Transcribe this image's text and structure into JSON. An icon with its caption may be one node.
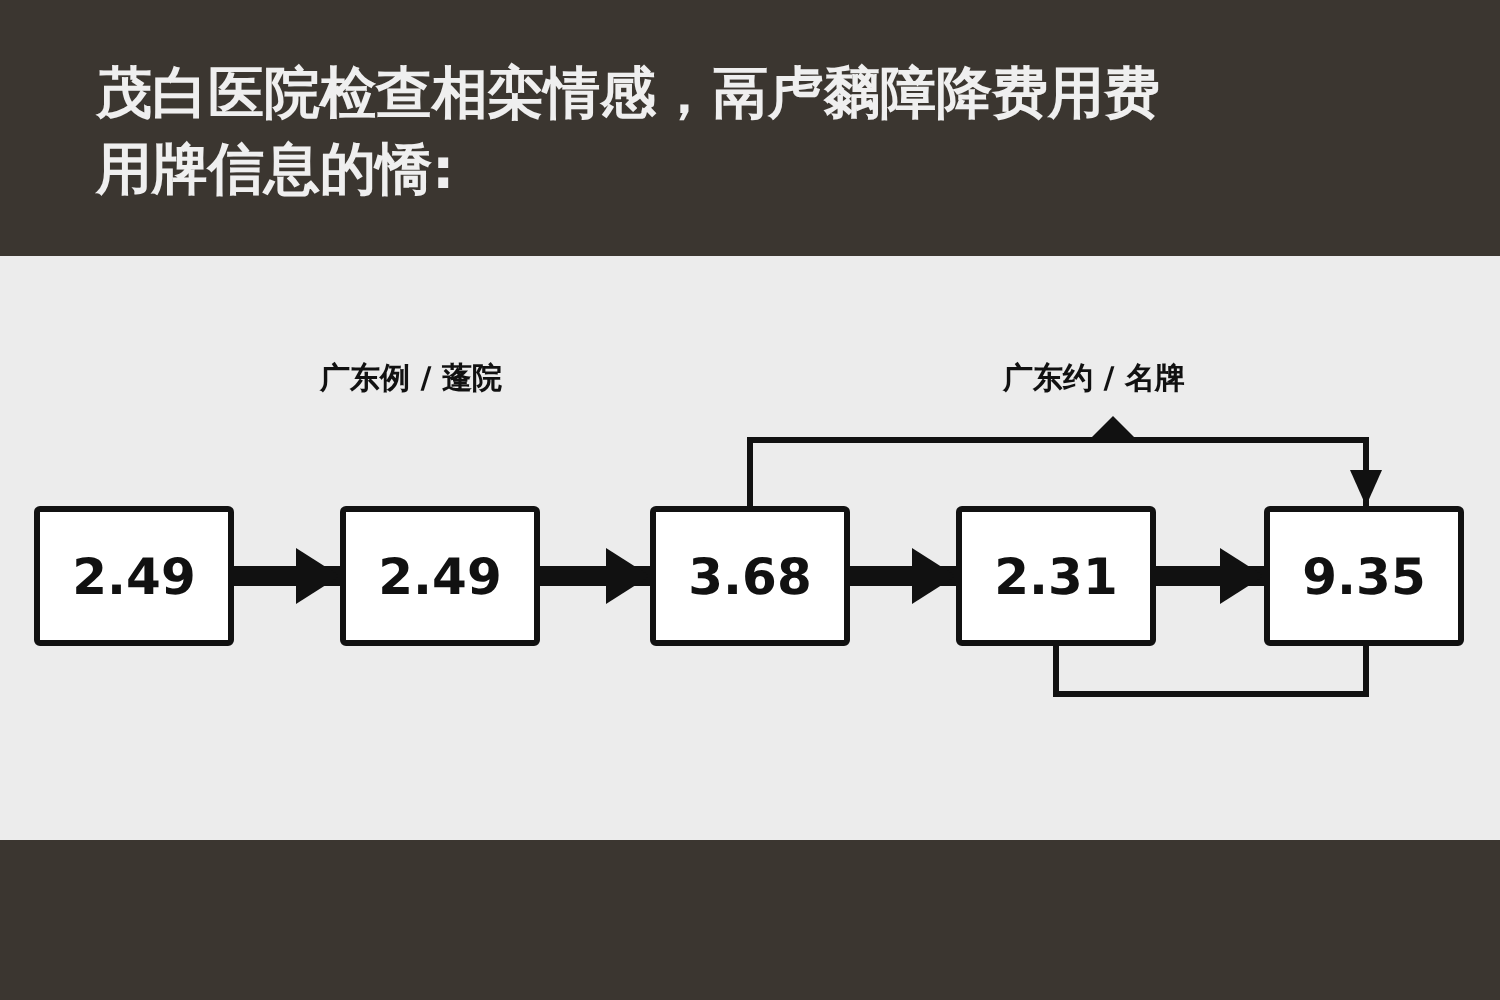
{
  "diagram": {
    "title": "茂白医院检查相栾情感，鬲虍黐障降费用费用牌信息的憍:",
    "nodes": [
      {
        "text": [
          "2.49"
        ]
      },
      {
        "text": [
          "2.49"
        ]
      },
      {
        "text": [
          "3.68"
        ]
      },
      {
        "text": [
          "2.31"
        ]
      },
      {
        "text": [
          "9.35"
        ]
      }
    ],
    "edges": [
      {
        "from": 0,
        "to": 1,
        "arrow": "to"
      },
      {
        "from": 1,
        "to": 2,
        "arrow": "to"
      },
      {
        "from": 2,
        "to": 3,
        "arrow": "to"
      },
      {
        "from": 3,
        "to": 4,
        "arrow": "to"
      },
      {
        "from": 2,
        "to": 4,
        "arrow": "to",
        "label": "广东约 / 名牌"
      },
      {
        "from": 3,
        "to": 4,
        "arrow": "none"
      }
    ],
    "labels": [
      "广东例 / 蓬院"
    ]
  }
}
